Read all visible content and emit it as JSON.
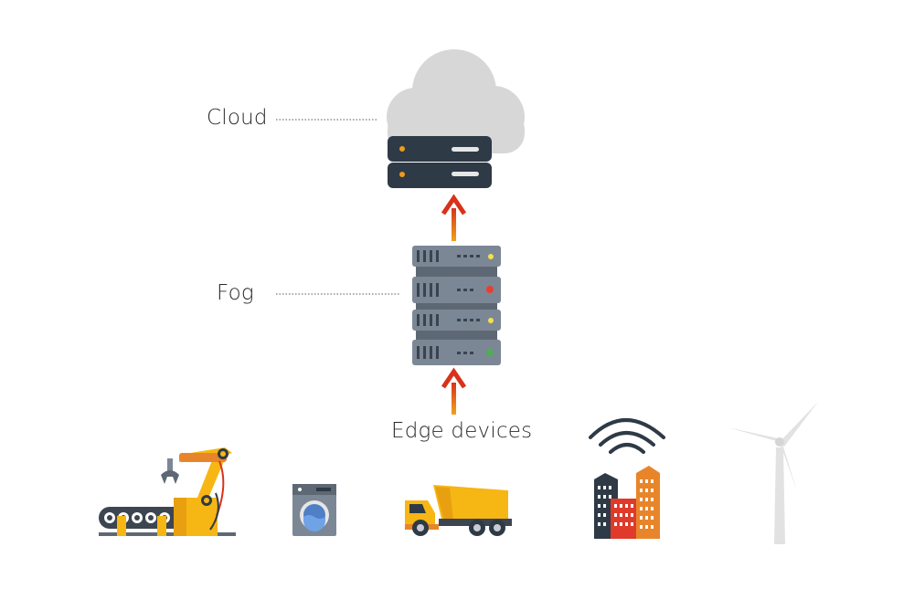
{
  "diagram": {
    "tiers": {
      "cloud": {
        "label": "Cloud"
      },
      "fog": {
        "label": "Fog"
      },
      "edge": {
        "label": "Edge devices"
      }
    },
    "edge_devices": [
      "robotic-arm-conveyor",
      "washing-machine",
      "dump-truck",
      "smart-city-buildings",
      "wind-turbine"
    ],
    "colors": {
      "arrow_start": "#f2a11a",
      "arrow_end": "#d9321a",
      "server_dark": "#2e3a46",
      "server_gray": "#7c8796",
      "cloud": "#d7d7d7",
      "accent_yellow": "#f6b614",
      "accent_orange": "#e8852a"
    }
  }
}
